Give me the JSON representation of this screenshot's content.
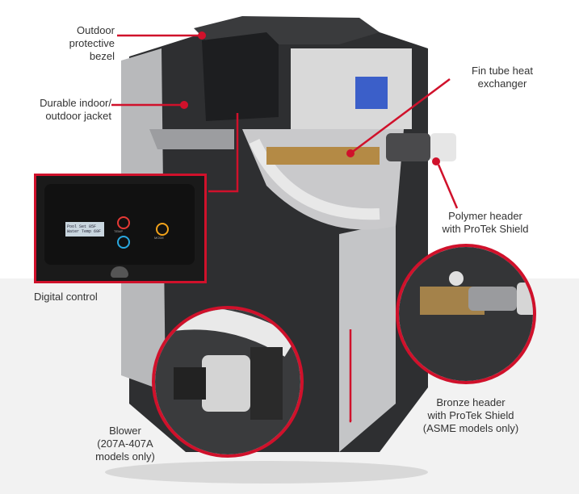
{
  "callouts": {
    "outdoor_bezel": [
      "Outdoor",
      "protective bezel"
    ],
    "indoor_outdoor_jacket": [
      "Durable indoor/",
      "outdoor jacket"
    ],
    "fin_tube": [
      "Fin tube heat",
      "exchanger"
    ],
    "polymer_header": [
      "Polymer header",
      "with ProTek Shield"
    ],
    "digital_control": [
      "Digital control"
    ],
    "bronze_header": [
      "Bronze header",
      "with ProTek Shield",
      "(ASME models only)"
    ],
    "blower": [
      "Blower",
      "(207A-407A",
      "models only)"
    ]
  },
  "control_panel": {
    "lcd_line1": "Pool Set 85F",
    "lcd_line2": "Water Temp 69F",
    "temp_label": "TEMP",
    "mode_label": "MODE"
  },
  "colors": {
    "accent": "#d0112b",
    "jacket": "#2e2f31",
    "trim": "#b8b9bb"
  }
}
